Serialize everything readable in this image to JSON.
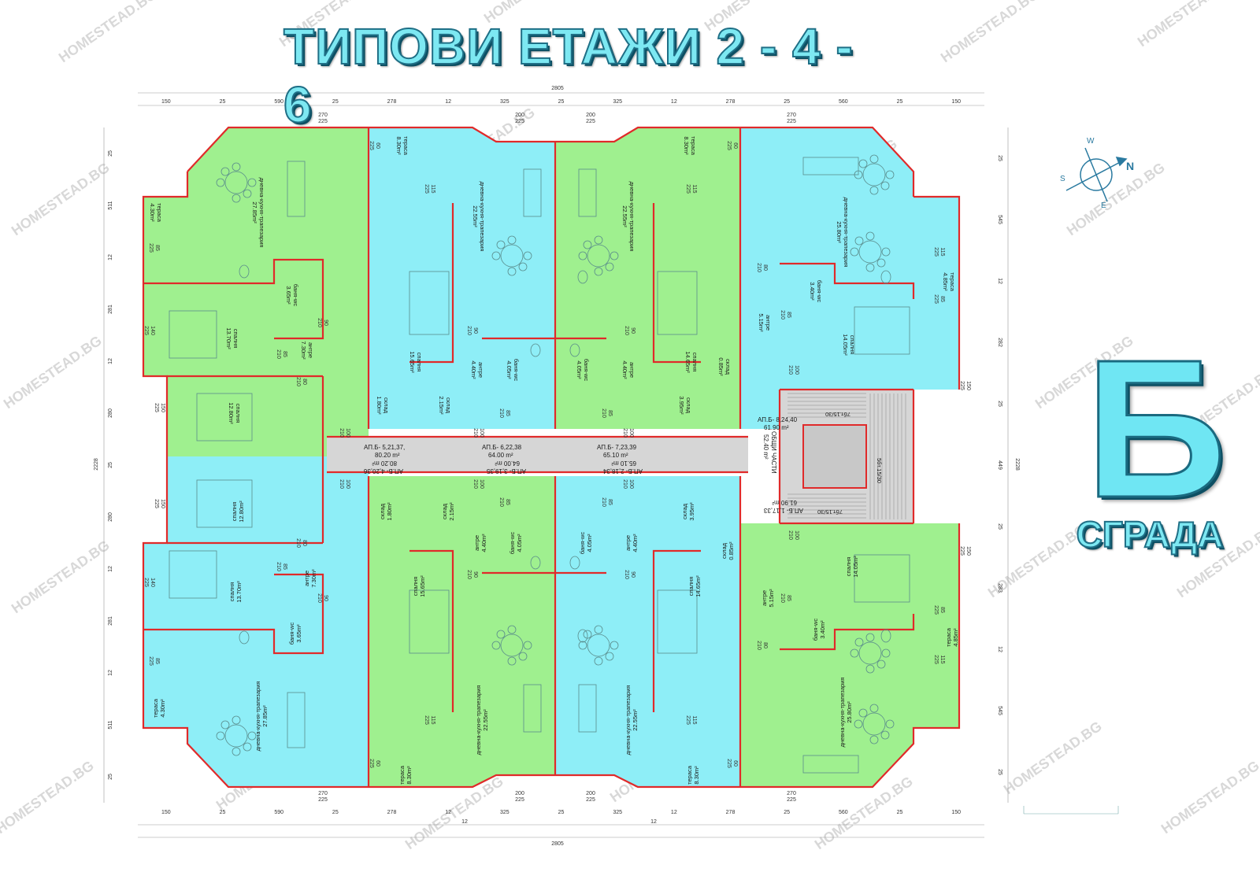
{
  "title": "ТИПОВИ ЕТАЖИ 2 - 4 - 6",
  "building": {
    "letter": "Б",
    "label": "СГРАДА"
  },
  "watermark": "HOMESTEAD.BG",
  "colors": {
    "apartment_green": "#9ff08f",
    "apartment_cyan": "#8eeef7",
    "common_gray": "#d6d6d6",
    "wall": "#e02a2a",
    "title_fill": "#7de8f2"
  },
  "dimensions": {
    "total_width": "2805",
    "total_height": "2228",
    "top_row": [
      "150",
      "25",
      "590",
      "25",
      "278",
      "12",
      "325",
      "25",
      "325",
      "12",
      "278",
      "25",
      "560",
      "25",
      "150"
    ],
    "bottom_row": [
      "150",
      "25",
      "590",
      "25",
      "278",
      "12",
      "325",
      "25",
      "325",
      "12",
      "278",
      "25",
      "560",
      "25",
      "150"
    ],
    "bottom_sub": [
      "12",
      "12"
    ],
    "left_col": [
      "25",
      "511",
      "12",
      "281",
      "12",
      "280",
      "25",
      "280",
      "12",
      "281",
      "12",
      "511",
      "25"
    ],
    "right_col": [
      "25",
      "545",
      "12",
      "282",
      "25",
      "449",
      "25",
      "283",
      "12",
      "545",
      "25"
    ]
  },
  "apartments": {
    "top": [
      {
        "name": "АП.Б- 5,21,37,",
        "area": "80.20 m²"
      },
      {
        "name": "АП.Б- 6,22,38",
        "area": "64.00 m²"
      },
      {
        "name": "АП.Б- 7,23,39",
        "area": "65.10 m²"
      },
      {
        "name": "АП.Б- 8,24,40",
        "area": "61.90 m²"
      }
    ],
    "bottom": [
      {
        "name": "АП.Б- 4,20,36",
        "area": "80.20 m²"
      },
      {
        "name": "АП.Б- 3,19,35",
        "area": "64.00 m²"
      },
      {
        "name": "АП.Б- 2,18,34",
        "area": "65.10 m²"
      },
      {
        "name": "АП.Б- 1,17,33",
        "area": "61.90 m²"
      }
    ]
  },
  "common_area": {
    "label": "ОБЩИ ЧАСТИ",
    "area": "52.40 m²",
    "stair_top": "7бт.15/30",
    "stair_right": "5бт.15/30",
    "stair_bottom": "7бт.15/30"
  },
  "rooms": {
    "living": "дневна-кухня-трапезария",
    "bedroom": "спалня",
    "bath": "баня-wc",
    "hall": "антре",
    "storage": "склад",
    "terrace": "тераса",
    "living_areas": [
      "27.85m²",
      "22.55m²",
      "22.55m²",
      "25.80m²"
    ],
    "bedroom_areas": [
      "13.70m²",
      "12.80m²",
      "15.65m²",
      "14.65m²",
      "14.05m²"
    ],
    "bath_areas": [
      "3.65m²",
      "4.05m²",
      "4.05m²",
      "3.40m²"
    ],
    "hall_areas": [
      "7.30m²",
      "4.40m²",
      "4.40m²",
      "5.15m²"
    ],
    "storage_areas": [
      "1.80m²",
      "2.15m²",
      "3.95m²",
      "0.85m²"
    ],
    "terrace_areas": [
      "4.30m²",
      "8.30m²",
      "8.30m²",
      "4.85m²"
    ]
  },
  "door_tags": [
    "80/210",
    "85/210",
    "90/210",
    "100/210",
    "60/225",
    "85/225",
    "115/225",
    "150/225",
    "200/225",
    "140/225",
    "270/225"
  ],
  "compass": {
    "n": "N",
    "s": "S",
    "w": "W",
    "e": "E"
  }
}
